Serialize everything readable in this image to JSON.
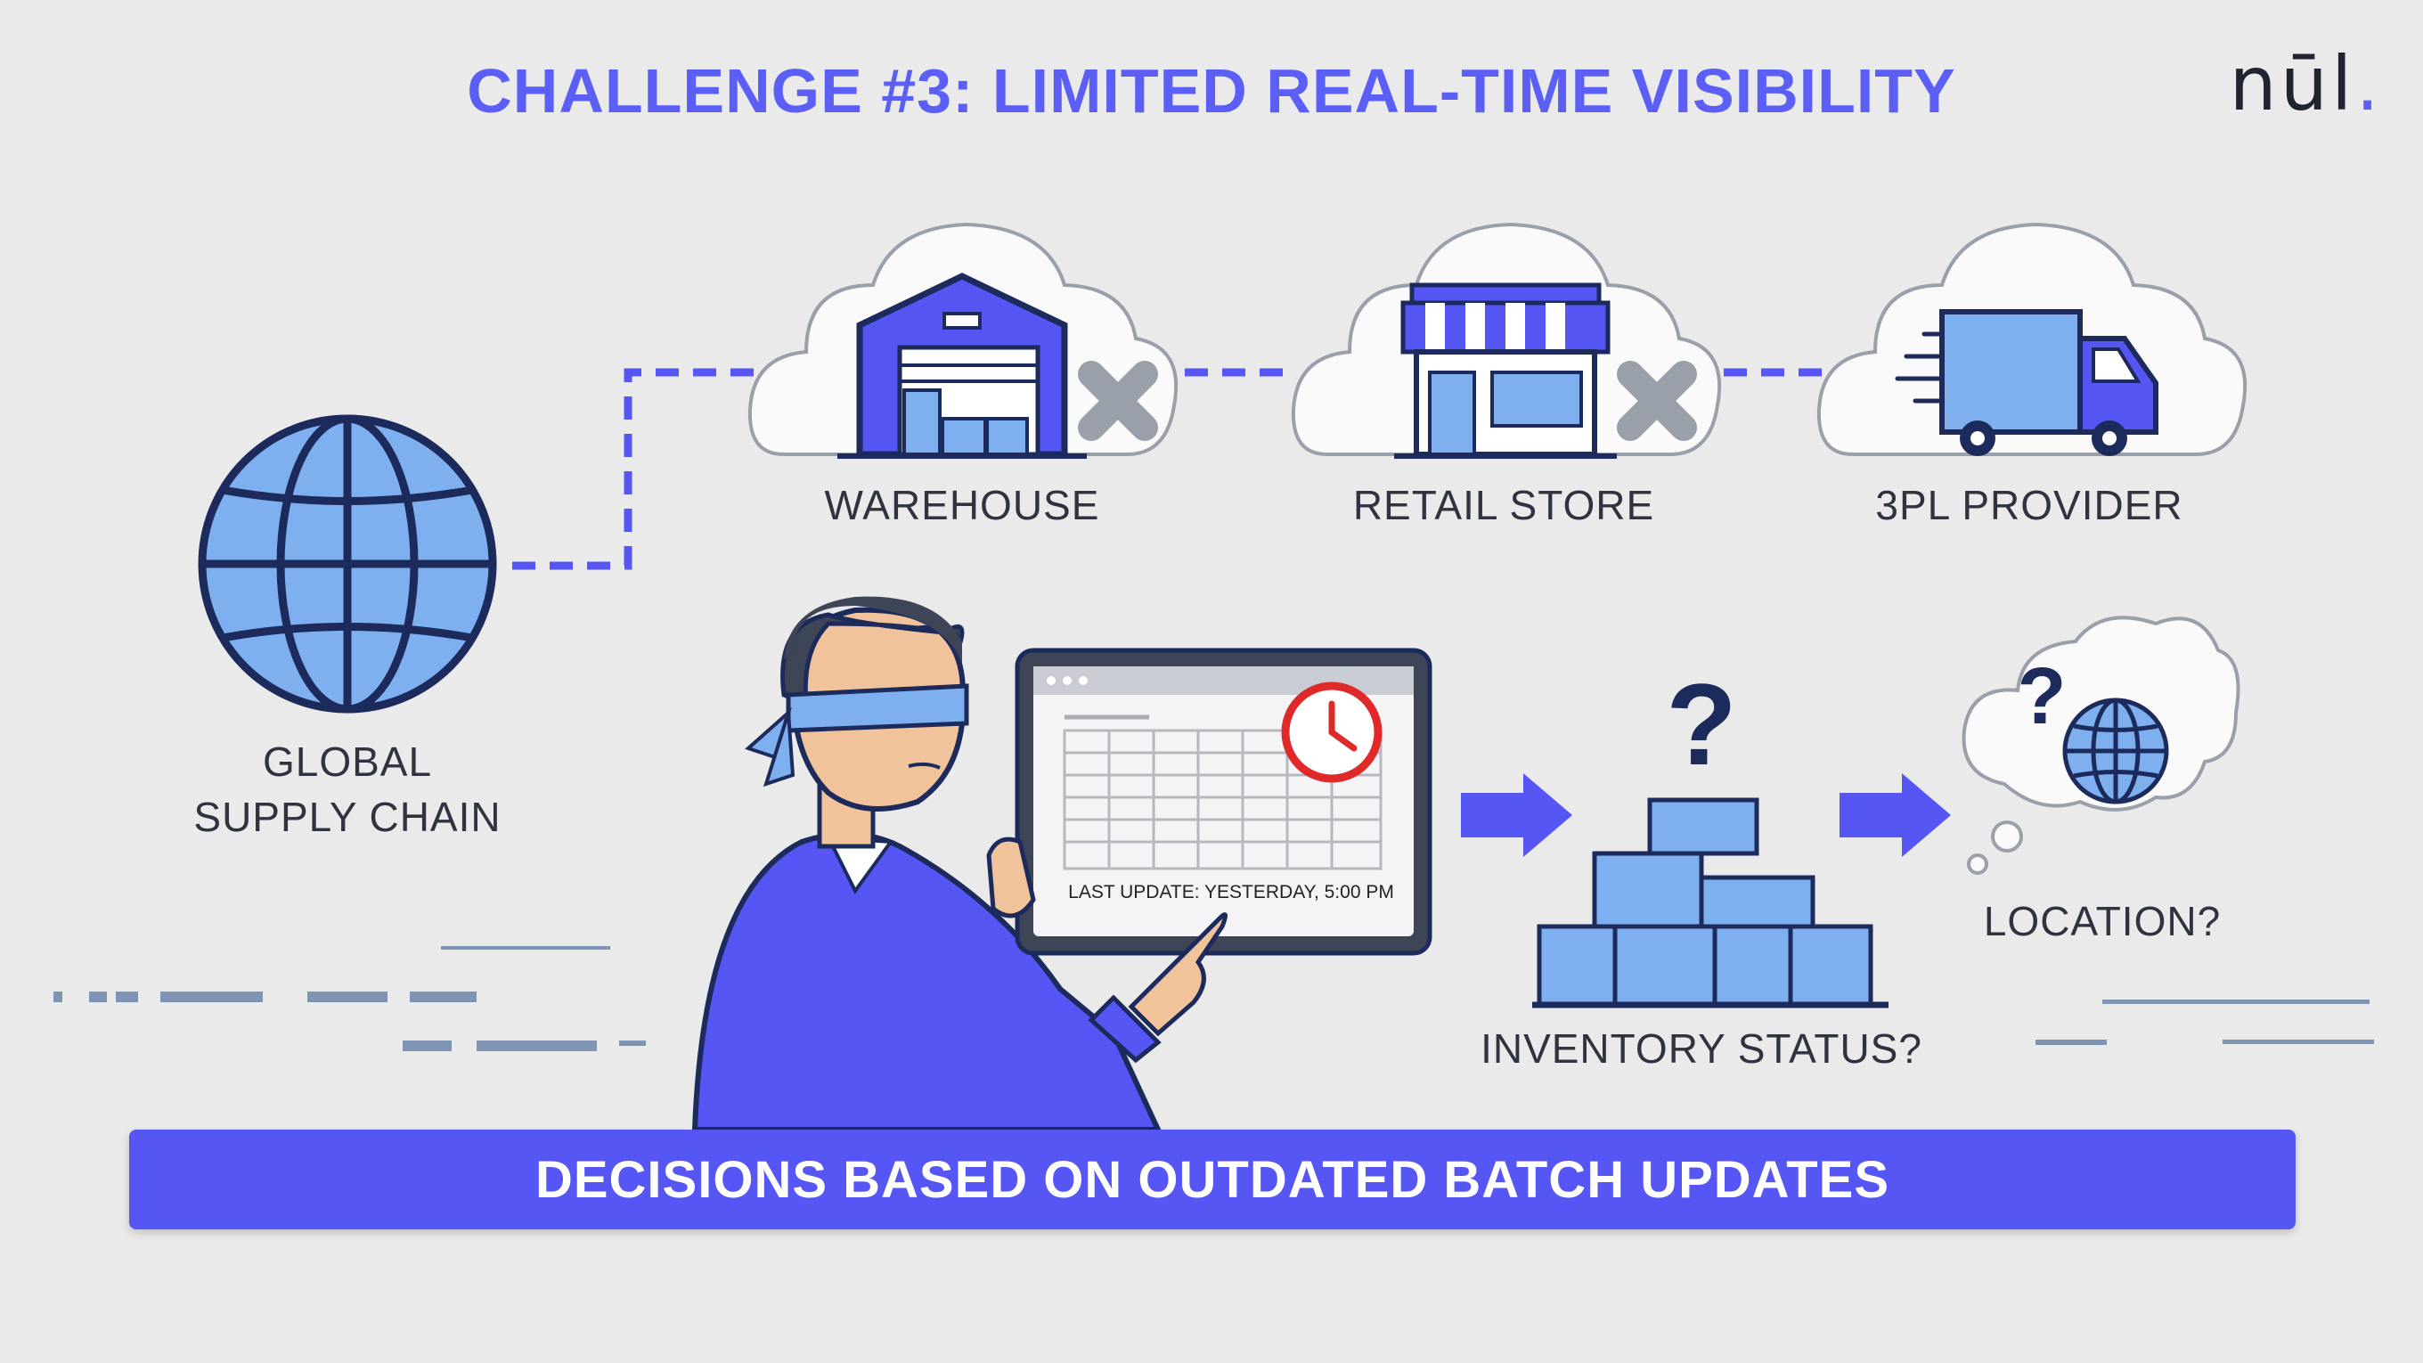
{
  "title": "CHALLENGE #3: LIMITED REAL-TIME VISIBILITY",
  "brand": {
    "logo_text": "nūl",
    "logo_dot": ".",
    "accent_color": "#5b5ff5"
  },
  "nodes": {
    "global": {
      "line1": "GLOBAL",
      "line2": "SUPPLY CHAIN",
      "icon": "globe-icon"
    },
    "warehouse": {
      "label": "WAREHOUSE",
      "icon": "warehouse-icon",
      "status_icon": "x-icon"
    },
    "retail": {
      "label": "RETAIL STORE",
      "icon": "store-icon",
      "status_icon": "x-icon"
    },
    "provider": {
      "label": "3PL PROVIDER",
      "icon": "truck-icon"
    }
  },
  "tablet": {
    "last_update": "LAST UPDATE: YESTERDAY, 5:00 PM",
    "icon": "clock-icon"
  },
  "inventory": {
    "label": "INVENTORY STATUS?",
    "icon": "boxes-icon"
  },
  "location": {
    "label": "LOCATION?",
    "icon": "thought-globe-icon"
  },
  "banner": {
    "text": "DECISIONS BASED ON OUTDATED BATCH UPDATES",
    "color": "#5656f4"
  }
}
